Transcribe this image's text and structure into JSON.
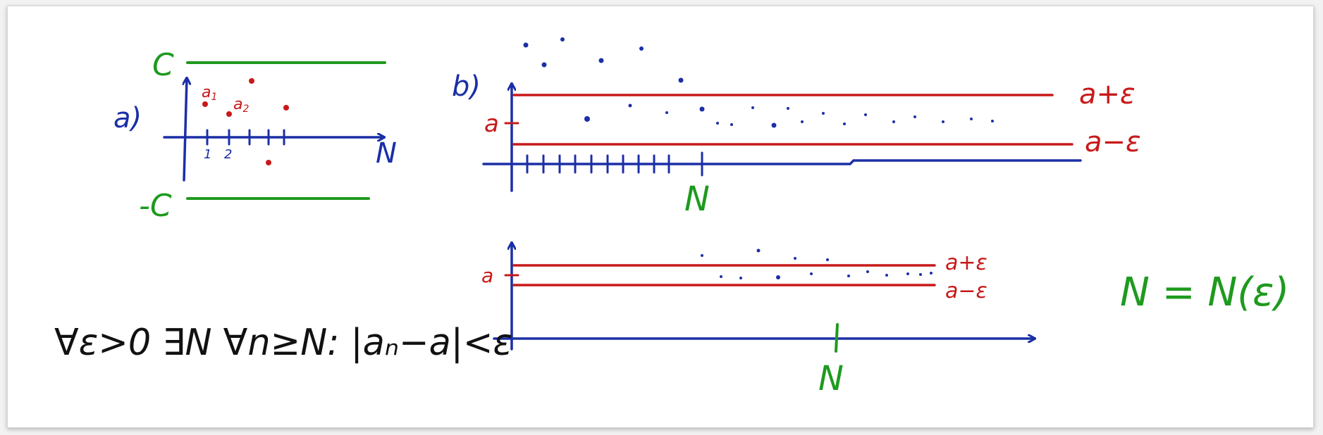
{
  "colors": {
    "blue": "#1b2fa6",
    "red": "#c81919",
    "green": "#1e9a1e",
    "black": "#111111"
  },
  "panel_a": {
    "label": "a)",
    "upper_bound": "C",
    "lower_bound": "-C",
    "axis_label": "N",
    "tick1": "1",
    "tick2": "2",
    "term1": "a",
    "term1_sub": "1",
    "term2": "a",
    "term2_sub": "2"
  },
  "panel_b": {
    "label": "b)",
    "limit_label": "a",
    "upper_label": "a+ε",
    "lower_label": "a−ε",
    "n_label": "N"
  },
  "panel_c": {
    "limit_label": "a",
    "upper_label": "a+ε",
    "lower_label": "a−ε",
    "n_label": "N"
  },
  "formula": {
    "text": "∀ε>0 ∃N ∀n≥N: |aₙ−a|<ε"
  },
  "dependency": {
    "text": "N = N(ε)"
  }
}
